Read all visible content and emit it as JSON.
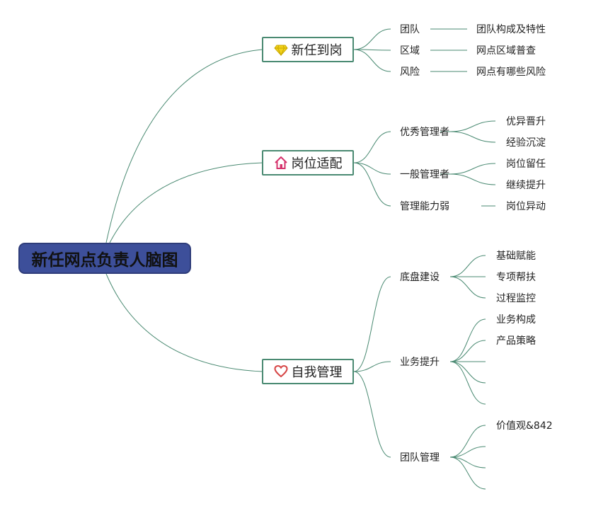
{
  "root": {
    "label": "新任网点负责人脑图"
  },
  "branches": [
    {
      "label": "新任到岗",
      "icon": "diamond-icon",
      "children": [
        {
          "label": "团队",
          "children": [
            "团队构成及特性"
          ]
        },
        {
          "label": "区域",
          "children": [
            "网点区域普查"
          ]
        },
        {
          "label": "风险",
          "children": [
            "网点有哪些风险"
          ]
        }
      ]
    },
    {
      "label": "岗位适配",
      "icon": "house-icon",
      "children": [
        {
          "label": "优秀管理者",
          "children": [
            "优异晋升",
            "经验沉淀"
          ]
        },
        {
          "label": "一般管理者",
          "children": [
            "岗位留任",
            "继续提升"
          ]
        },
        {
          "label": "管理能力弱",
          "children": [
            "岗位异动"
          ]
        }
      ]
    },
    {
      "label": "自我管理",
      "icon": "heart-icon",
      "children": [
        {
          "label": "底盘建设",
          "children": [
            "基础赋能",
            "专项帮扶",
            "过程监控"
          ]
        },
        {
          "label": "业务提升",
          "children": [
            "业务构成",
            "产品策略",
            "",
            "",
            ""
          ]
        },
        {
          "label": "团队管理",
          "children": [
            "价值观&842",
            "",
            "",
            ""
          ]
        }
      ]
    }
  ],
  "colors": {
    "line": "#4a8a72",
    "root_fill": "#3d4f9a",
    "diamond": "#f2d21b",
    "house": "#d6336c",
    "heart": "#d64545"
  }
}
